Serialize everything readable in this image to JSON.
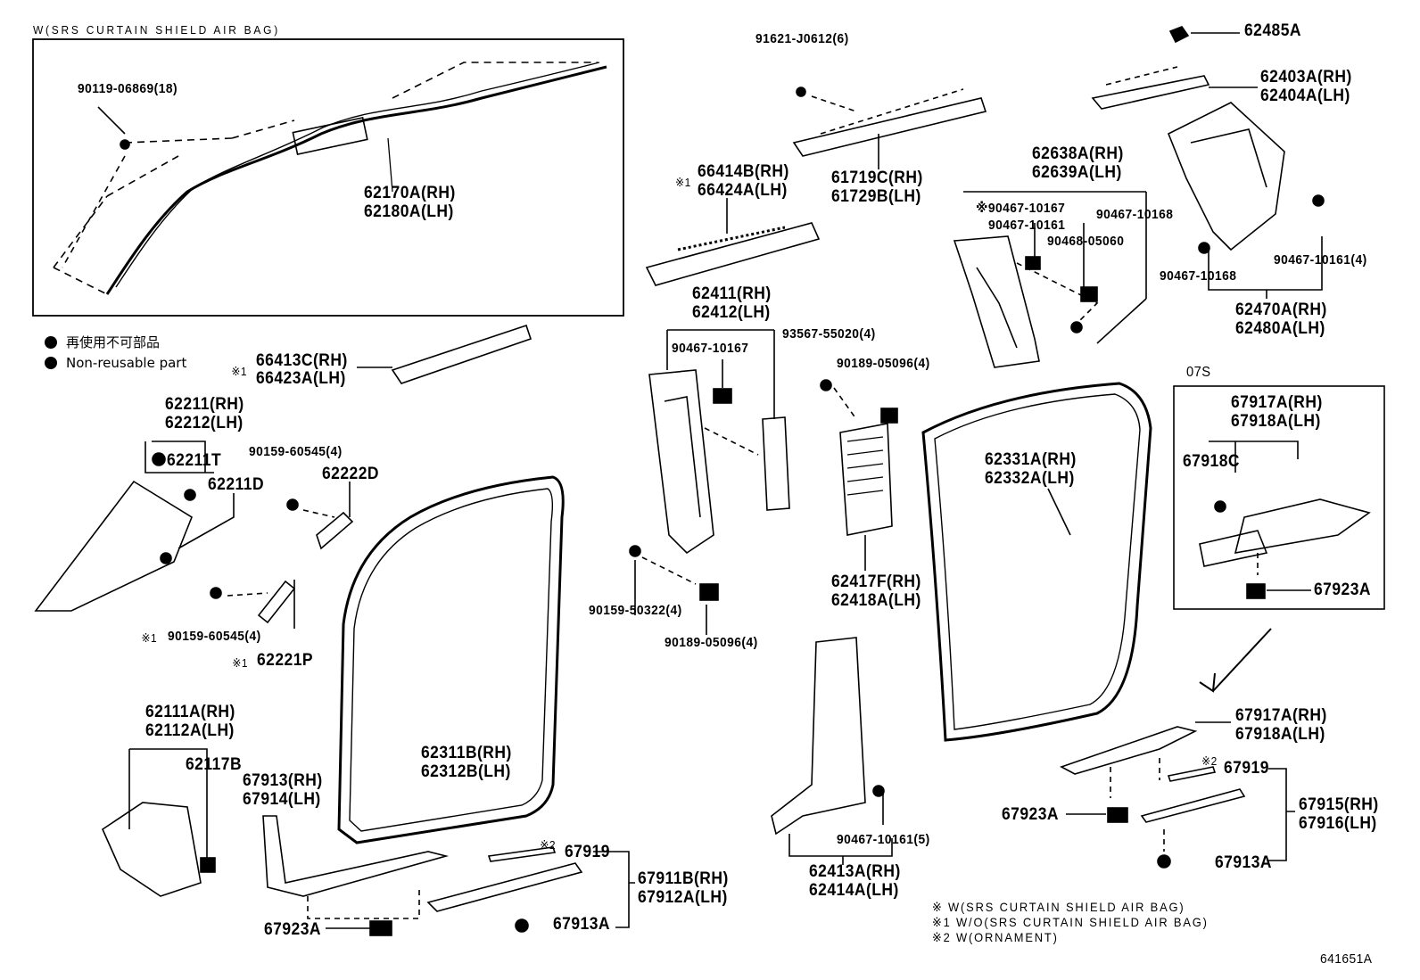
{
  "header": {
    "variant_title": "W(SRS CURTAIN SHIELD AIR BAG)"
  },
  "inset": {
    "label": "07S"
  },
  "legend": {
    "jp_symbol_text": "再使用不可部品",
    "en_symbol_text": "Non-reusable part"
  },
  "footnotes": {
    "note_star": "※  W(SRS CURTAIN SHIELD AIR BAG)",
    "note_star1": "※1 W/O(SRS CURTAIN SHIELD AIR BAG)",
    "note_star2": "※2 W(ORNAMENT)"
  },
  "figure_id": "641651A",
  "marks": {
    "star1": "※1",
    "star2": "※2"
  },
  "parts": {
    "p90119_06869": "90119-06869(18)",
    "p62170A_rh": "62170A(RH)",
    "p62180A_lh": "62180A(LH)",
    "p91621_j0612": "91621-J0612(6)",
    "p61719C_rh": "61719C(RH)",
    "p61729B_lh": "61729B(LH)",
    "p62485A": "62485A",
    "p62403A_rh": "62403A(RH)",
    "p62404A_lh": "62404A(LH)",
    "p66414B_rh": "66414B(RH)",
    "p66424A_lh": "66424A(LH)",
    "p62638A_rh": "62638A(RH)",
    "p62639A_lh": "62639A(LH)",
    "p90467_10167_a": "※90467-10167",
    "p90467_10161_a": "90467-10161",
    "p90467_10168_a": "90467-10168",
    "p90468_05060": "90468-05060",
    "p90467_10168_b": "90467-10168",
    "p90467_10161_4": "90467-10161(4)",
    "p62470A_rh": "62470A(RH)",
    "p62480A_lh": "62480A(LH)",
    "p62411_rh": "62411(RH)",
    "p62412_lh": "62412(LH)",
    "p90467_10167_b": "90467-10167",
    "p93567_55020": "93567-55020(4)",
    "p90189_05096_a": "90189-05096(4)",
    "p66413C_rh": "66413C(RH)",
    "p66423A_lh": "66423A(LH)",
    "p62211_rh": "62211(RH)",
    "p62212_lh": "62212(LH)",
    "p62211T": "62211T",
    "p62211D": "62211D",
    "p90159_60545_a": "90159-60545(4)",
    "p62222D": "62222D",
    "p90159_60545_b": "90159-60545(4)",
    "p62221P": "62221P",
    "p62331A_rh": "62331A(RH)",
    "p62332A_lh": "62332A(LH)",
    "p67917A_rh_a": "67917A(RH)",
    "p67918A_lh_a": "67918A(LH)",
    "p67918C": "67918C",
    "p67923A_a": "67923A",
    "p62417F_rh": "62417F(RH)",
    "p62418A_lh": "62418A(LH)",
    "p90159_50322": "90159-50322(4)",
    "p90189_05096_b": "90189-05096(4)",
    "p62111A_rh": "62111A(RH)",
    "p62112A_lh": "62112A(LH)",
    "p62117B": "62117B",
    "p62311B_rh": "62311B(RH)",
    "p62312B_lh": "62312B(LH)",
    "p67913_rh": "67913(RH)",
    "p67914_lh": "67914(LH)",
    "p67919_a": "67919",
    "p67911B_rh": "67911B(RH)",
    "p67912A_lh": "67912A(LH)",
    "p67923A_b": "67923A",
    "p67913A_a": "67913A",
    "p90467_10161_5": "90467-10161(5)",
    "p62413A_rh": "62413A(RH)",
    "p62414A_lh": "62414A(LH)",
    "p67917A_rh_b": "67917A(RH)",
    "p67918A_lh_b": "67918A(LH)",
    "p67919_b": "67919",
    "p67923A_c": "67923A",
    "p67915_rh": "67915(RH)",
    "p67916_lh": "67916(LH)",
    "p67913A_b": "67913A"
  }
}
